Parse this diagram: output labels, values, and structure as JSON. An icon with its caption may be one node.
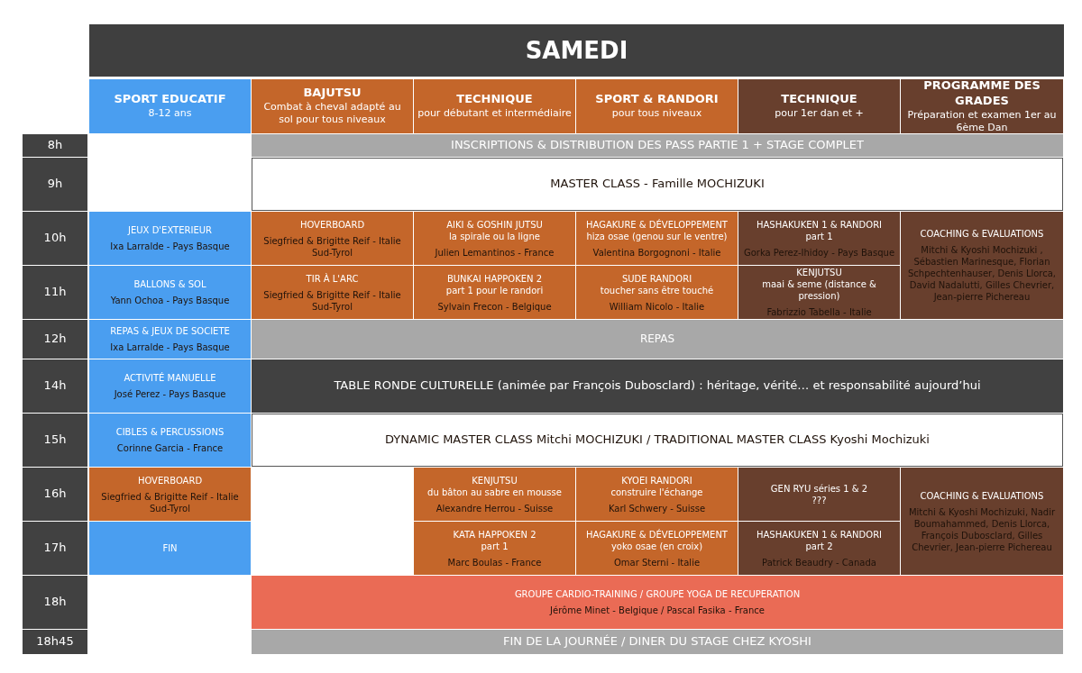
{
  "diagram": {
    "title": "SAMEDI",
    "nodes": [
      {
        "text": [
          "SPORT EDUCATIF",
          "8-12 ans"
        ]
      },
      {
        "text": [
          "BAJUTSU",
          "Combat à cheval adapté au sol pour tous niveaux"
        ]
      },
      {
        "text": [
          "TECHNIQUE",
          "pour débutant et intermédiaire"
        ]
      },
      {
        "text": [
          "SPORT & RANDORI",
          "pour tous niveaux"
        ]
      },
      {
        "text": [
          "TECHNIQUE",
          "pour 1er dan et +"
        ]
      },
      {
        "text": [
          "PROGRAMME DES GRADES",
          "Préparation et examen 1er au 6ème Dan"
        ]
      },
      {
        "text": [
          "8h"
        ]
      },
      {
        "text": [
          "INSCRIPTIONS & DISTRIBUTION DES PASS PARTIE 1 + STAGE COMPLET"
        ]
      },
      {
        "text": [
          "9h"
        ]
      },
      {
        "text": [
          "MASTER CLASS - Famille MOCHIZUKI"
        ]
      },
      {
        "text": [
          "10h"
        ]
      },
      {
        "text": [
          "JEUX D'EXTERIEUR",
          "Ixa Larralde - Pays Basque"
        ]
      },
      {
        "text": [
          "HOVERBOARD",
          "Siegfried & Brigitte Reif - Italie Sud-Tyrol"
        ]
      },
      {
        "text": [
          "AIKI & GOSHIN JUTSU",
          "la spirale ou la ligne",
          "Julien Lemantinos - France"
        ]
      },
      {
        "text": [
          "HAGAKURE & DÉVELOPPEMENT",
          "hiza osae (genou sur le ventre)",
          "Valentina Borgognoni - Italie"
        ]
      },
      {
        "text": [
          "HASHAKUKEN 1 & RANDORI",
          "part 1",
          "Gorka Perez-Ihidoy - Pays Basque"
        ]
      },
      {
        "text": [
          "COACHING & EVALUATIONS",
          "Mitchi & Kyoshi Mochizuki , Sébastien Marinesque, Florian Schpechtenhauser, Denis Llorca, David Nadalutti, Gilles Chevrier, Jean-pierre Pichereau"
        ]
      },
      {
        "text": [
          "11h"
        ]
      },
      {
        "text": [
          "BALLONS & SOL",
          "Yann Ochoa - Pays Basque"
        ]
      },
      {
        "text": [
          "TIR À L'ARC",
          "Siegfried & Brigitte Reif - Italie Sud-Tyrol"
        ]
      },
      {
        "text": [
          "BUNKAI HAPPOKEN 2",
          "part 1 pour le randori",
          "Sylvain Frecon - Belgique"
        ]
      },
      {
        "text": [
          "SUDE RANDORI",
          "toucher sans être touché",
          "William Nicolo - Italie"
        ]
      },
      {
        "text": [
          "KENJUTSU",
          "maai & seme (distance & pression)",
          "Fabrizzio Tabella - Italie"
        ]
      },
      {
        "text": [
          "12h"
        ]
      },
      {
        "text": [
          "REPAS & JEUX DE SOCIETE",
          "Ixa Larralde - Pays Basque"
        ]
      },
      {
        "text": [
          "REPAS"
        ]
      },
      {
        "text": [
          "14h"
        ]
      },
      {
        "text": [
          "ACTIVITÉ MANUELLE",
          "José Perez - Pays Basque"
        ]
      },
      {
        "text": [
          "TABLE RONDE CULTURELLE (animée par François Dubosclard) : héritage, vérité… et responsabilité aujourd’hui"
        ]
      },
      {
        "text": [
          "15h"
        ]
      },
      {
        "text": [
          "CIBLES & PERCUSSIONS",
          "Corinne Garcia - France"
        ]
      },
      {
        "text": [
          "DYNAMIC MASTER CLASS Mitchi MOCHIZUKI / TRADITIONAL MASTER CLASS Kyoshi Mochizuki"
        ]
      },
      {
        "text": [
          "16h"
        ]
      },
      {
        "text": [
          "HOVERBOARD",
          "Siegfried & Brigitte Reif - Italie Sud-Tyrol"
        ]
      },
      {
        "text": [
          "KENJUTSU",
          "du bâton au sabre en mousse",
          "Alexandre Herrou - Suisse"
        ]
      },
      {
        "text": [
          "KYOEI RANDORI",
          "construire l'échange",
          "Karl Schwery - Suisse"
        ]
      },
      {
        "text": [
          "GEN RYU séries 1 & 2",
          "???"
        ]
      },
      {
        "text": [
          "COACHING & EVALUATIONS",
          "Mitchi & Kyoshi Mochizuki, Nadir Boumahammed, Denis Llorca, François Dubosclard, Gilles Chevrier, Jean-pierre Pichereau"
        ]
      },
      {
        "text": [
          "17h"
        ]
      },
      {
        "text": [
          "FIN"
        ]
      },
      {
        "text": [
          "KATA HAPPOKEN 2",
          "part 1",
          "Marc Boulas - France"
        ]
      },
      {
        "text": [
          "HAGAKURE & DÉVELOPPEMENT",
          "yoko osae (en croix)",
          "Omar Sterni - Italie"
        ]
      },
      {
        "text": [
          "HASHAKUKEN 1 & RANDORI",
          "part 2",
          "Patrick Beaudry - Canada"
        ]
      },
      {
        "text": [
          "18h"
        ]
      },
      {
        "text": [
          "GROUPE CARDIO-TRAINING  / GROUPE YOGA DE RECUPERATION",
          "Jérôme Minet - Belgique / Pascal Fasika - France"
        ]
      },
      {
        "text": [
          "18h45"
        ]
      },
      {
        "text": [
          "FIN DE LA JOURNÉE / DINER DU STAGE CHEZ KYOSHI"
        ]
      }
    ]
  }
}
